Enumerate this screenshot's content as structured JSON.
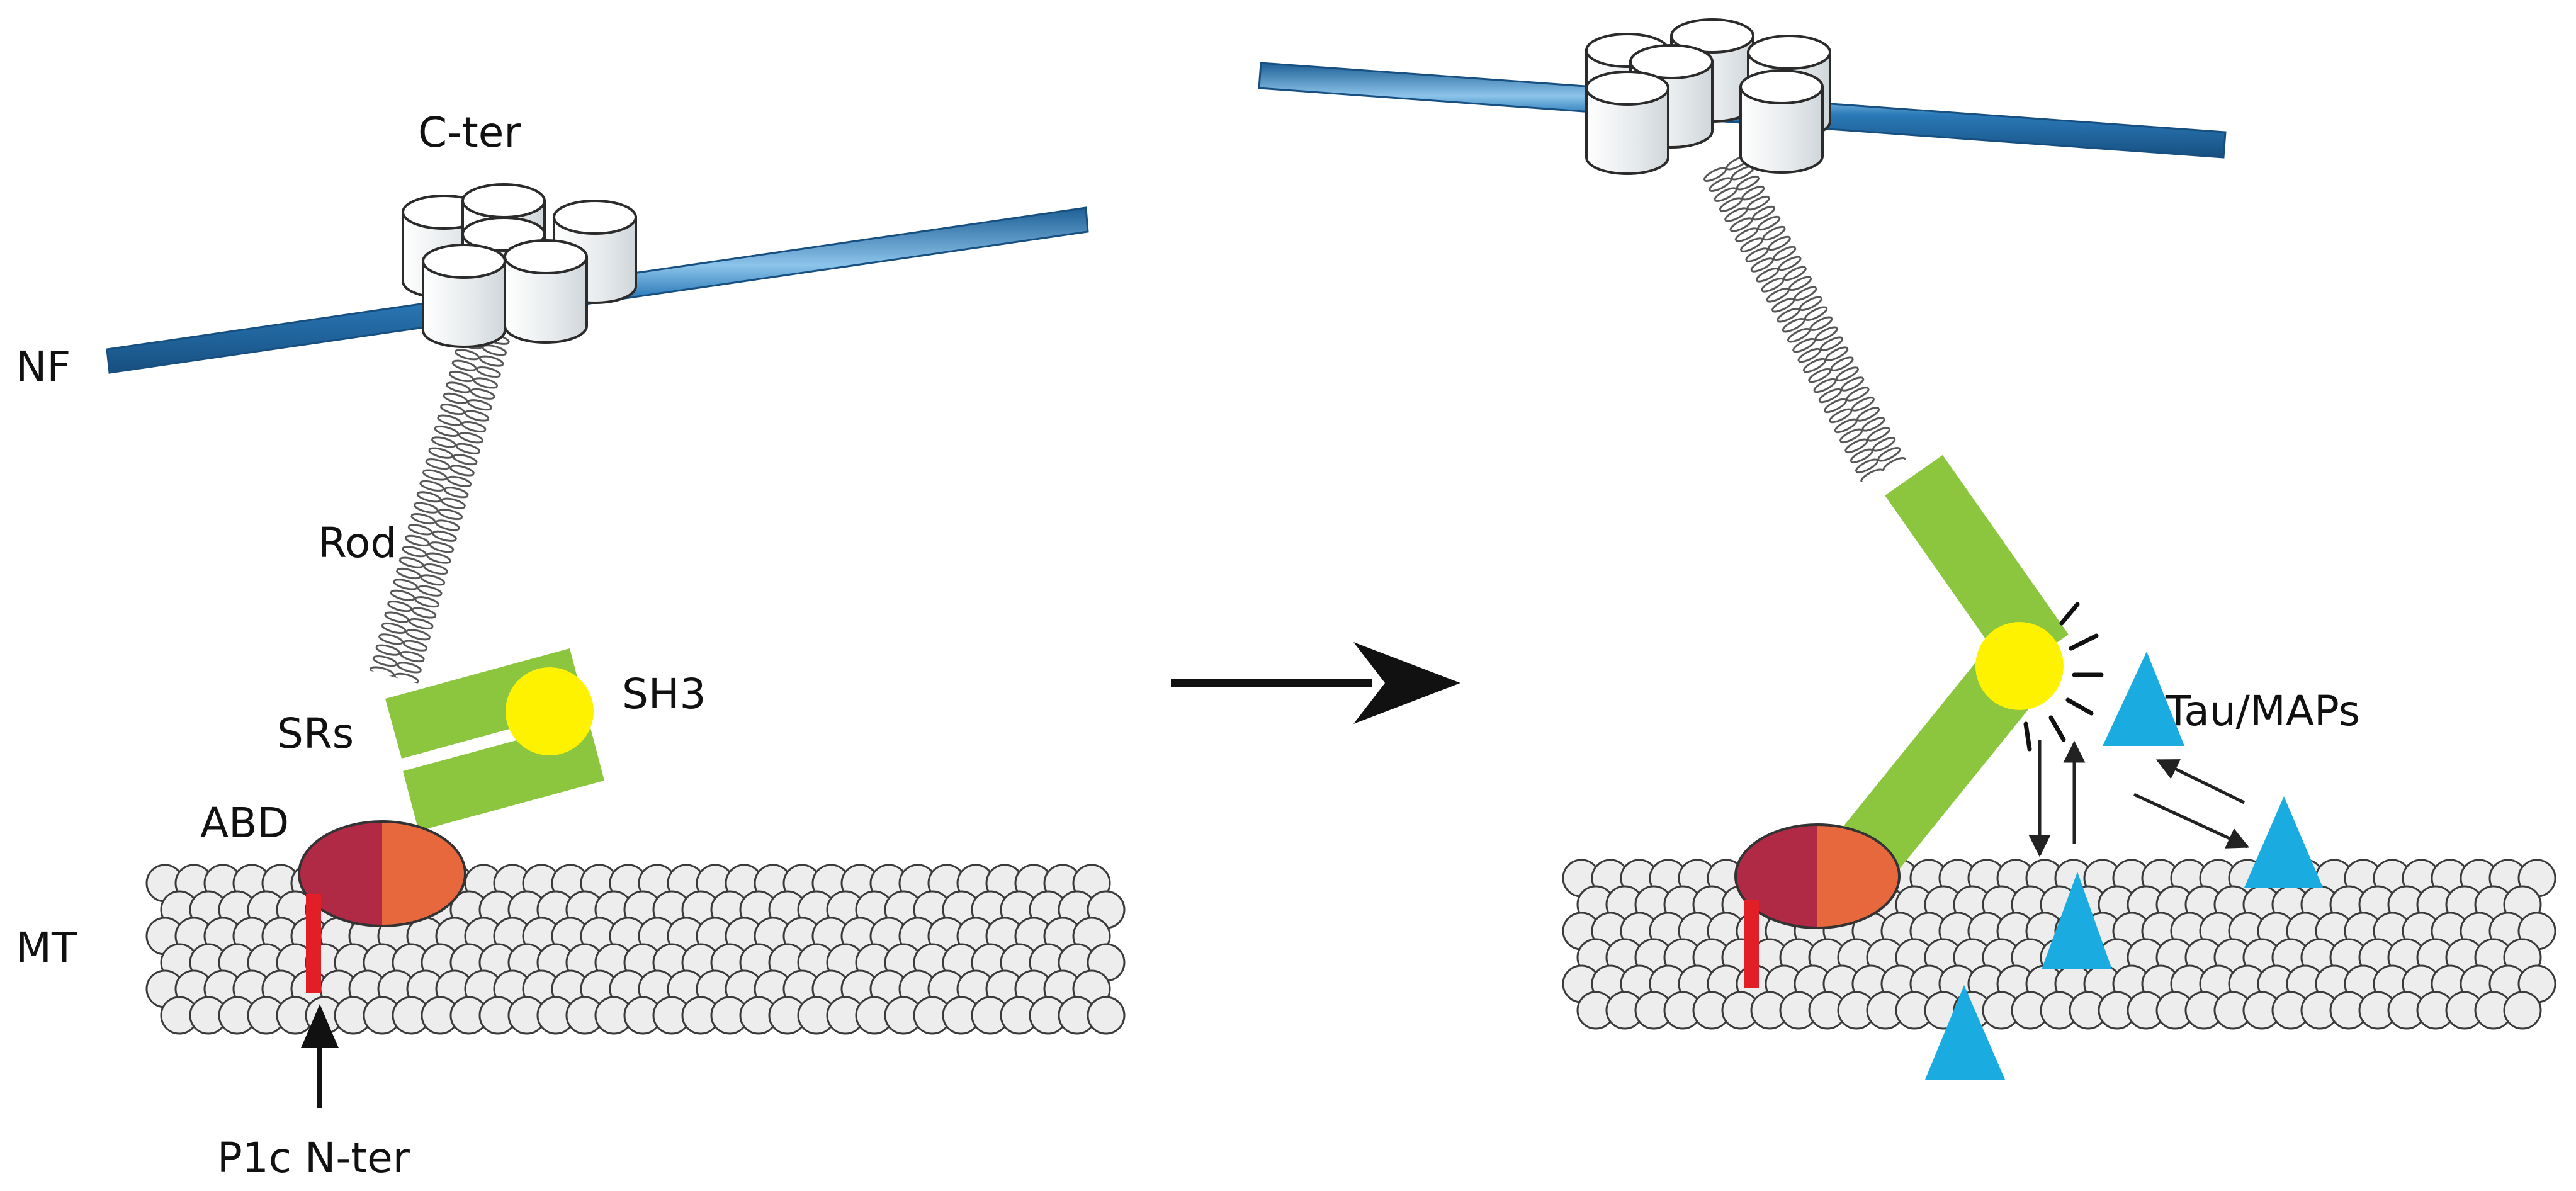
{
  "labels": {
    "c_ter": "C-ter",
    "nf": "NF",
    "rod": "Rod",
    "srs": "SRs",
    "sh3": "SH3",
    "abd": "ABD",
    "mt": "MT",
    "p1c_nter": "P1c N-ter",
    "tau_maps": "Tau/MAPs"
  },
  "colors": {
    "neurofilament": "#2a79b8",
    "neurofilament_highlight": "#8cc4ea",
    "plakin_domain": "#8cc63f",
    "sh3_domain": "#fff200",
    "abd_left": "#b02a45",
    "abd_right": "#e8683d",
    "n_terminus": "#e21f26",
    "tau_maps": "#1aace0",
    "tubulin": "#ededed",
    "outline": "#333333"
  }
}
